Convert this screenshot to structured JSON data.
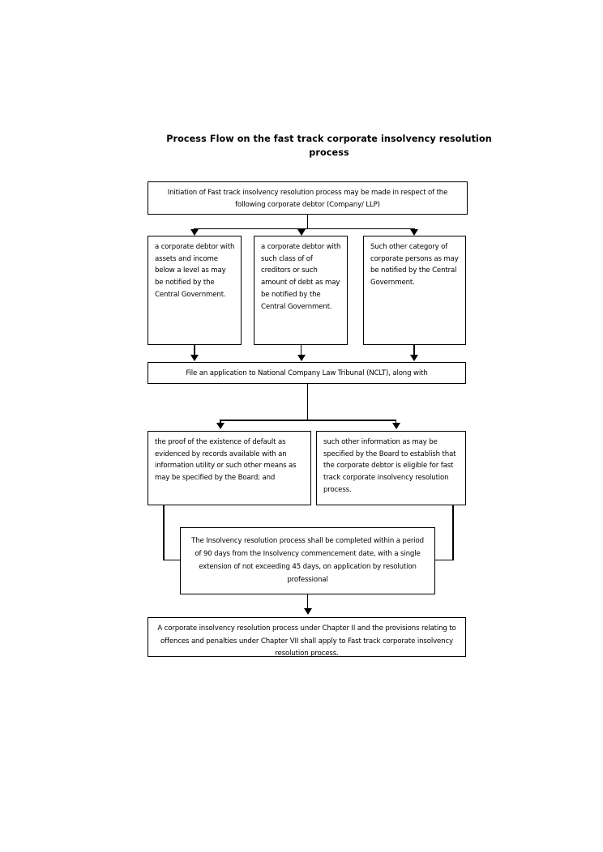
{
  "document": {
    "title": "Process Flow on the fast track corporate insolvency resolution process"
  },
  "flowchart": {
    "type": "process-flow-diagram",
    "orientation": "top-to-bottom",
    "nodes": [
      {
        "id": "initiation",
        "label": "Initiation of Fast track insolvency resolution process may be made in respect of the following corporate debtor (Company/ LLP)"
      },
      {
        "id": "category-1",
        "label": "a corporate debtor with assets and income below a level as may be notified by the Central Government."
      },
      {
        "id": "category-2",
        "label": "a corporate debtor with such class of of creditors or such amount of debt as may be notified by the Central Government."
      },
      {
        "id": "category-3",
        "label": "Such other category of corporate persons as may be notified by the Central Government."
      },
      {
        "id": "file-application",
        "label": "File an application to National Company Law Tribunal (NCLT), along with"
      },
      {
        "id": "proof-of-default",
        "label": "the proof of the existence of default as evidenced by records available with an information utility or such other means as may be specified by the Board; and"
      },
      {
        "id": "other-information",
        "label": "such other information as may be specified by the Board to establish that the corporate debtor is eligible for fast track corporate insolvency resolution process."
      },
      {
        "id": "timeline-90-days",
        "label": "The Insolvency resolution process shall be completed within a period of 90 days from the Insolvency commencement date, with a single extension of not exceeding 45 days, on application by resolution professional"
      },
      {
        "id": "chapter-provisions",
        "label": "A corporate insolvency resolution process under Chapter II and the provisions relating to offences and penalties under Chapter VII shall apply to Fast track corporate insolvency resolution process."
      }
    ],
    "edges": [
      {
        "from": "initiation",
        "to": "category-1"
      },
      {
        "from": "initiation",
        "to": "category-2"
      },
      {
        "from": "initiation",
        "to": "category-3"
      },
      {
        "from": "category-1",
        "to": "file-application"
      },
      {
        "from": "category-2",
        "to": "file-application"
      },
      {
        "from": "category-3",
        "to": "file-application"
      },
      {
        "from": "file-application",
        "to": "proof-of-default"
      },
      {
        "from": "file-application",
        "to": "other-information"
      },
      {
        "from": "proof-of-default",
        "to": "timeline-90-days"
      },
      {
        "from": "other-information",
        "to": "timeline-90-days"
      },
      {
        "from": "timeline-90-days",
        "to": "chapter-provisions"
      }
    ],
    "style": {
      "box_border_color": "#000000",
      "box_fill_color": "#ffffff",
      "connector_color": "#000000",
      "text_color": "#000000"
    }
  }
}
